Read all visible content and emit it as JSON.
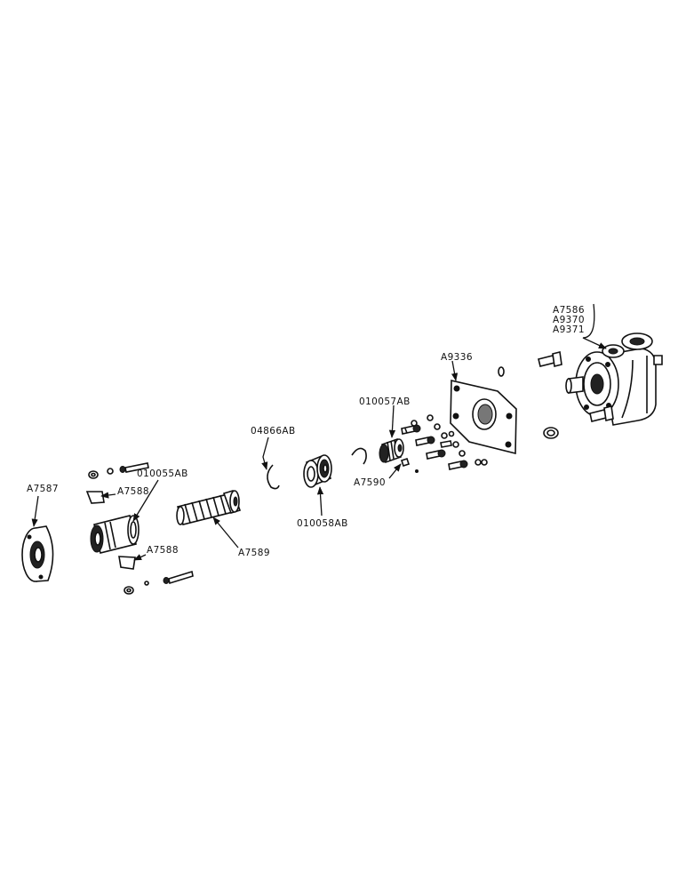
{
  "labels": {
    "pump_assembly": [
      "A7586",
      "A9370",
      "A9371"
    ],
    "gasket_plate": "A9336",
    "gear_upper": "010057AB",
    "key": "A7590",
    "snap_ring": "04866AB",
    "coupling_sleeve": "010058AB",
    "adapter_hub": "010055AB",
    "lock_upper": "A7588",
    "lock_lower": "A7588",
    "shaft": "A7589",
    "flange": "A7587"
  }
}
